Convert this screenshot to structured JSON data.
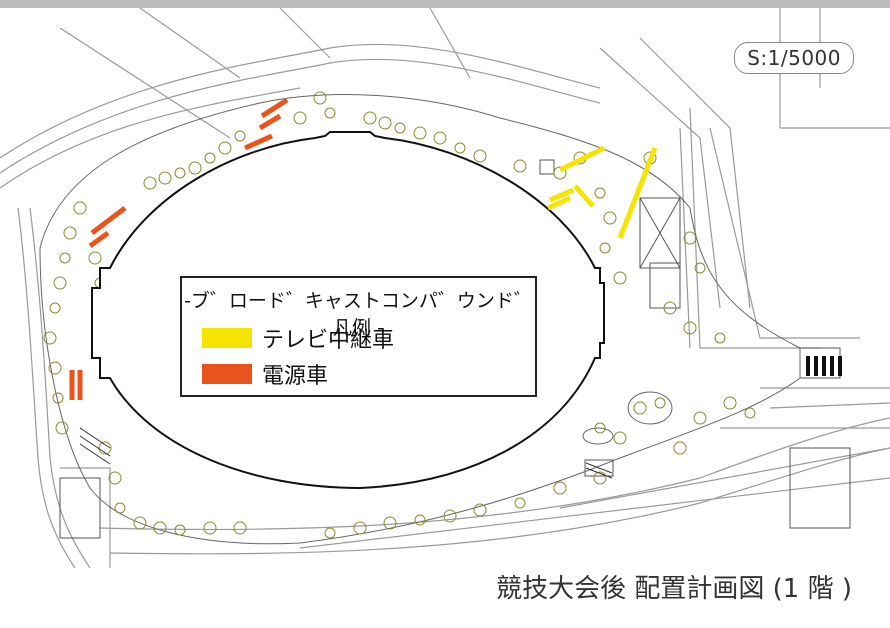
{
  "scale_label": "S:1/5000",
  "legend": {
    "title": "-ブ゛ロード゛キャストコンパ゛ウンド゛凡例 -",
    "items": [
      {
        "label": "テレビ中継車",
        "color": "#f5e400"
      },
      {
        "label": "電源車",
        "color": "#e8541c"
      }
    ]
  },
  "caption": "競技大会後 配置計画図 (1 階 )"
}
